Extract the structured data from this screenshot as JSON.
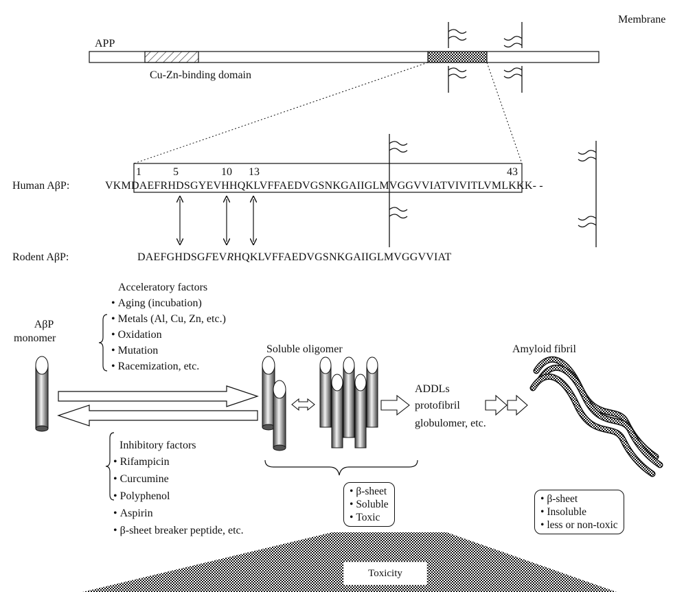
{
  "top": {
    "membrane": "Membrane",
    "app": "APP",
    "cuzn": "Cu-Zn-binding domain"
  },
  "sequence": {
    "num1": "1",
    "num5": "5",
    "num10": "10",
    "num13": "13",
    "num43": "43",
    "human_label": "Human AβP:",
    "human_pre": "VKM",
    "human_box": "DAEFRHDSGYEVHHQKLVFFAEDVGSNKGAIIGLMVGGVVIAT",
    "human_post": "VIVITLVMLKKK- -",
    "rodent_label": "Rodent AβP:",
    "rodent_a": "DAEFGHDSG",
    "rodent_b": "F",
    "rodent_c": "EV",
    "rodent_d": "R",
    "rodent_e": "HQKLVFFAEDVGSNKGAIIGLMVGGVVIAT"
  },
  "accel": {
    "title": "Acceleratory factors",
    "items": [
      "Aging (incubation)",
      "Metals (Al, Cu, Zn, etc.)",
      "Oxidation",
      "Mutation",
      "Racemization, etc."
    ]
  },
  "inhib": {
    "title": "Inhibitory factors",
    "items": [
      "Rifampicin",
      "Curcumine",
      "Polyphenol",
      "Aspirin",
      "β-sheet breaker peptide, etc."
    ]
  },
  "stages": {
    "monomer1": "AβP",
    "monomer2": "monomer",
    "oligomer": "Soluble oligomer",
    "addl1": "ADDLs",
    "addl2": "protofibril",
    "addl3": "globulomer, etc.",
    "fibril": "Amyloid fibril"
  },
  "oligomer_box": [
    "β-sheet",
    "Soluble",
    "Toxic"
  ],
  "fibril_box": [
    "β-sheet",
    "Insoluble",
    "less or non-toxic"
  ],
  "toxicity": "Toxicity"
}
